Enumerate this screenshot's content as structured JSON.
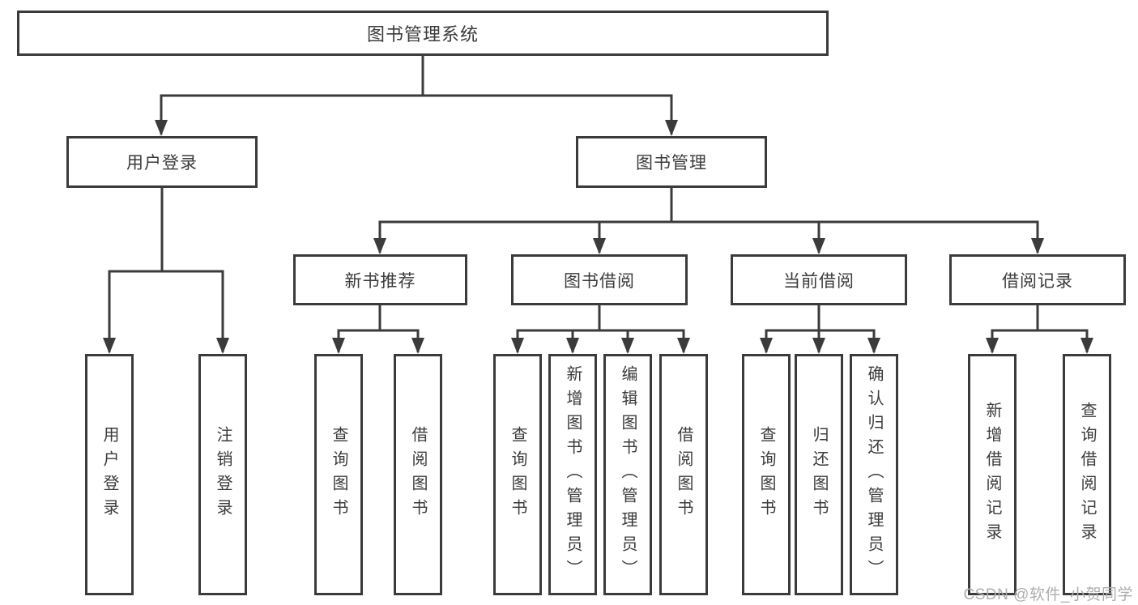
{
  "diagram_title": "图书管理系统",
  "colors": {
    "line": "#3b3b3b",
    "box_border": "#3b3b3b",
    "text": "#3b3b3b",
    "box_background": "#ffffff",
    "page_background": "#ffffff",
    "watermark": "#aeaeae"
  },
  "watermark": {
    "text": "CSDN @软件_小贺同学"
  },
  "nodes": {
    "root": {
      "label": "图书管理系统"
    },
    "user_login": {
      "label": "用户登录"
    },
    "book_mgmt": {
      "label": "图书管理"
    },
    "new_book_rec": {
      "label": "新书推荐"
    },
    "book_borrow": {
      "label": "图书借阅"
    },
    "current_borrow": {
      "label": "当前借阅"
    },
    "borrow_records": {
      "label": "借阅记录"
    },
    "login": {
      "label": "用户登录"
    },
    "logout": {
      "label": "注销登录"
    },
    "rec_query_book": {
      "label": "查询图书"
    },
    "rec_borrow_book": {
      "label": "借阅图书"
    },
    "bor_query_book": {
      "label": "查询图书"
    },
    "bor_add_book": {
      "label": "新增图书（管理员）"
    },
    "bor_edit_book": {
      "label": "编辑图书（管理员）"
    },
    "bor_borrow_book": {
      "label": "借阅图书"
    },
    "cur_query_book": {
      "label": "查询图书"
    },
    "cur_return_book": {
      "label": "归还图书"
    },
    "cur_confirm_return": {
      "label": "确认归还（管理员）"
    },
    "rcd_add_record": {
      "label": "新增借阅记录"
    },
    "rcd_query_record": {
      "label": "查询借阅记录"
    }
  },
  "edges": [
    [
      "图书管理系统",
      "用户登录"
    ],
    [
      "图书管理系统",
      "图书管理"
    ],
    [
      "用户登录",
      "用户登录"
    ],
    [
      "用户登录",
      "注销登录"
    ],
    [
      "图书管理",
      "新书推荐"
    ],
    [
      "图书管理",
      "图书借阅"
    ],
    [
      "图书管理",
      "当前借阅"
    ],
    [
      "图书管理",
      "借阅记录"
    ],
    [
      "新书推荐",
      "查询图书"
    ],
    [
      "新书推荐",
      "借阅图书"
    ],
    [
      "图书借阅",
      "查询图书"
    ],
    [
      "图书借阅",
      "新增图书（管理员）"
    ],
    [
      "图书借阅",
      "编辑图书（管理员）"
    ],
    [
      "图书借阅",
      "借阅图书"
    ],
    [
      "当前借阅",
      "查询图书"
    ],
    [
      "当前借阅",
      "归还图书"
    ],
    [
      "当前借阅",
      "确认归还（管理员）"
    ],
    [
      "借阅记录",
      "新增借阅记录"
    ],
    [
      "借阅记录",
      "查询借阅记录"
    ]
  ]
}
